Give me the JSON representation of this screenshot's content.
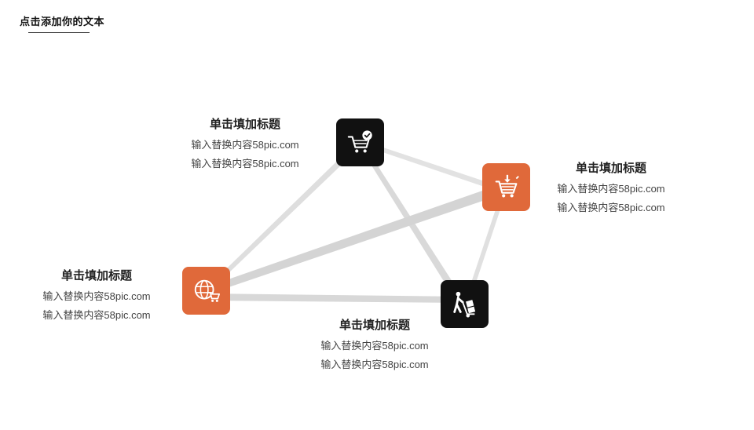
{
  "page": {
    "title": "点击添加你的文本"
  },
  "colors": {
    "accent": "#e0693a",
    "dark": "#111111",
    "link": "#d6d6d6"
  },
  "nodes": [
    {
      "id": "top",
      "icon": "cart-check-icon",
      "style": "dark",
      "heading": "单击填加标题",
      "lines": [
        "输入替换内容58pic.com",
        "输入替换内容58pic.com"
      ]
    },
    {
      "id": "right",
      "icon": "cart-download-icon",
      "style": "orange",
      "heading": "单击填加标题",
      "lines": [
        "输入替换内容58pic.com",
        "输入替换内容58pic.com"
      ]
    },
    {
      "id": "left",
      "icon": "globe-cart-icon",
      "style": "orange",
      "heading": "单击填加标题",
      "lines": [
        "输入替换内容58pic.com",
        "输入替换内容58pic.com"
      ]
    },
    {
      "id": "bottom",
      "icon": "hand-truck-icon",
      "style": "dark",
      "heading": "单击填加标题",
      "lines": [
        "输入替换内容58pic.com",
        "输入替换内容58pic.com"
      ]
    }
  ]
}
